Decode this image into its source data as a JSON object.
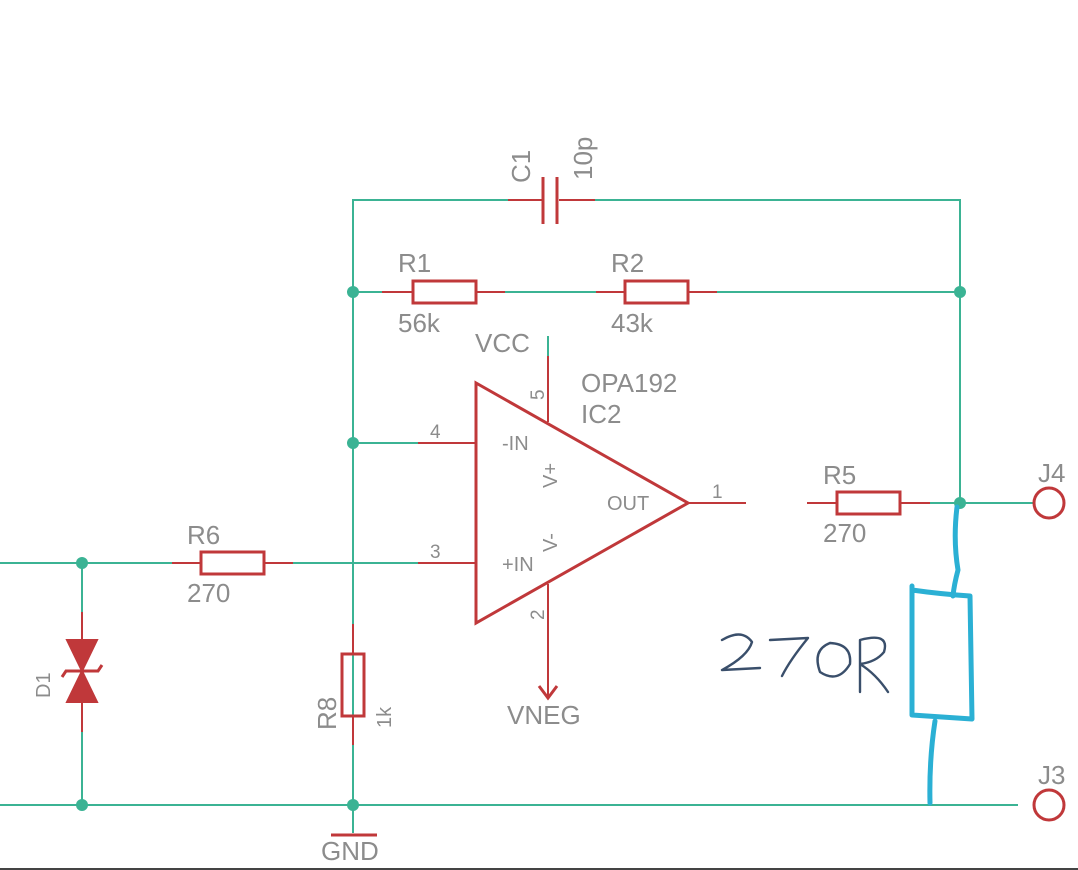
{
  "components": {
    "c1": {
      "ref": "C1",
      "value": "10p"
    },
    "r1": {
      "ref": "R1",
      "value": "56k"
    },
    "r2": {
      "ref": "R2",
      "value": "43k"
    },
    "r5": {
      "ref": "R5",
      "value": "270"
    },
    "r6": {
      "ref": "R6",
      "value": "270"
    },
    "r8": {
      "ref": "R8",
      "value": "1k"
    },
    "d1": {
      "ref": "D1"
    },
    "ic2": {
      "part": "OPA192",
      "ref": "IC2",
      "pins": {
        "inv": {
          "num": "4",
          "label": "-IN"
        },
        "noninv": {
          "num": "3",
          "label": "+IN"
        },
        "out": {
          "num": "1",
          "label": "OUT"
        },
        "vpos": {
          "num": "5",
          "label": "V+"
        },
        "vneg": {
          "num": "2",
          "label": "V-"
        }
      }
    }
  },
  "nets": {
    "vcc": "VCC",
    "vneg": "VNEG",
    "gnd": "GND"
  },
  "connectors": {
    "j4": "J4",
    "j3": "J3"
  },
  "annotation": {
    "handwritten_text": "270R"
  },
  "colors": {
    "wire": "#3bb394",
    "component": "#c0383a",
    "label": "#8c8c8c",
    "handwritten_resistor": "#2bb0d4",
    "handwritten_text": "#3a4f6b"
  }
}
